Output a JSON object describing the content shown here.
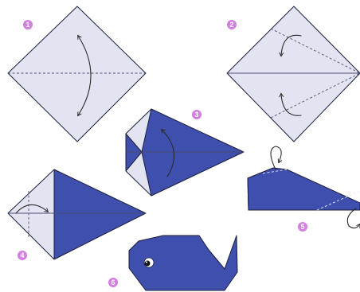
{
  "steps": [
    {
      "number": "1"
    },
    {
      "number": "2"
    },
    {
      "number": "3"
    },
    {
      "number": "4"
    },
    {
      "number": "5"
    },
    {
      "number": "6"
    }
  ],
  "colors": {
    "paper_back": "#e3e4f2",
    "paper_front": "#3f4fae",
    "step_badge": "#d37fe0",
    "outline": "#1d1f3c"
  },
  "icons": [
    "fold-arrow-icon",
    "eye-icon"
  ]
}
